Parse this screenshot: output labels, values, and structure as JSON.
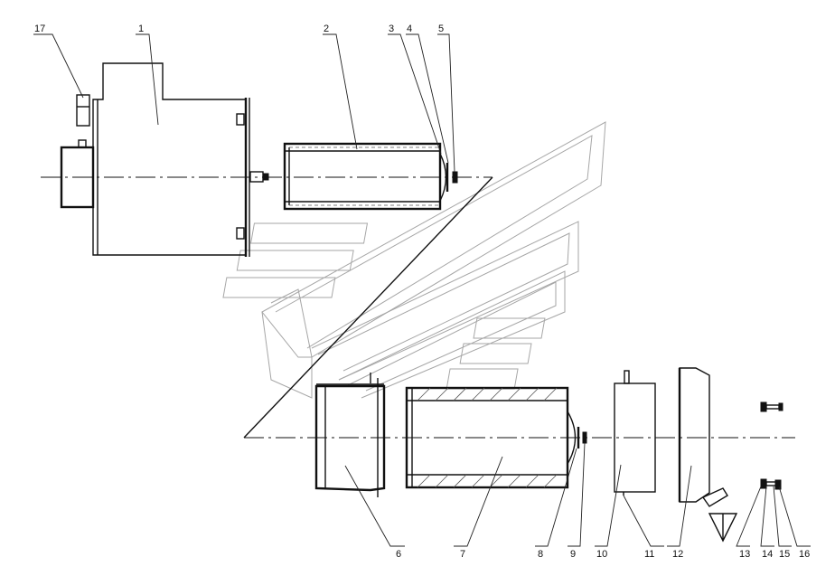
{
  "labels": {
    "p1": "1",
    "p2": "2",
    "p3": "3",
    "p4": "4",
    "p5": "5",
    "p6": "6",
    "p7": "7",
    "p8": "8",
    "p9": "9",
    "p10": "10",
    "p11": "11",
    "p12": "12",
    "p13": "13",
    "p14": "14",
    "p15": "15",
    "p16": "16",
    "p17": "17"
  },
  "colors": {
    "line": "#111111",
    "watermark": "#a6a6a6",
    "background": "#ffffff"
  }
}
